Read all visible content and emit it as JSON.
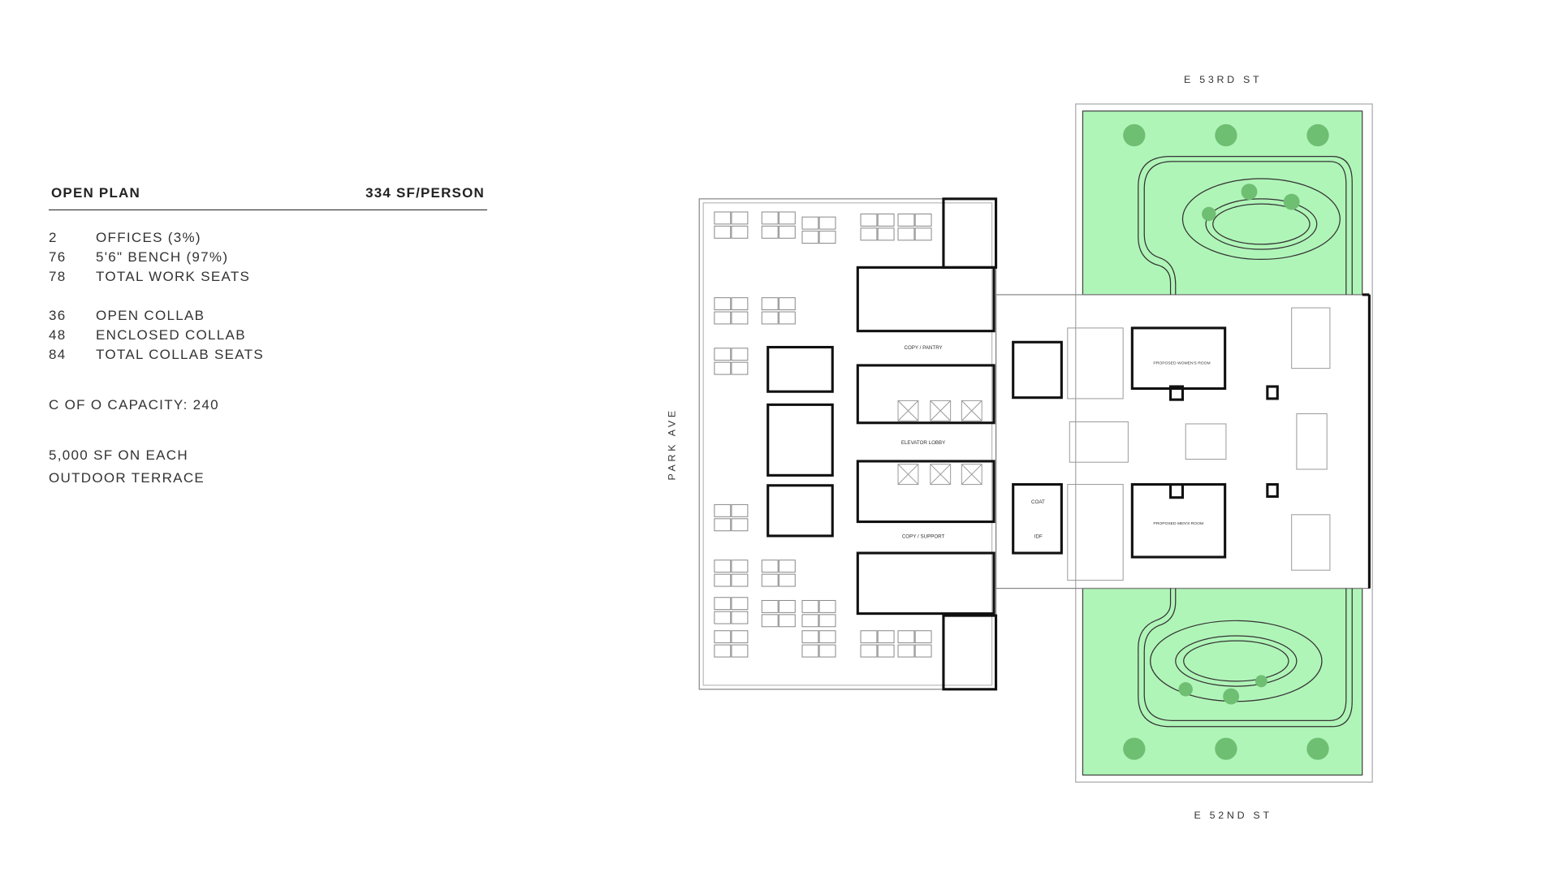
{
  "summary": {
    "title": "OPEN PLAN",
    "density": "334 SF/PERSON",
    "work_rows": [
      {
        "count": "2",
        "label": "OFFICES (3%)"
      },
      {
        "count": "76",
        "label": "5'6\" BENCH (97%)"
      },
      {
        "count": "78",
        "label": "TOTAL WORK SEATS"
      }
    ],
    "collab_rows": [
      {
        "count": "36",
        "label": "OPEN COLLAB"
      },
      {
        "count": "48",
        "label": "ENCLOSED COLLAB"
      },
      {
        "count": "84",
        "label": "TOTAL COLLAB SEATS"
      }
    ],
    "capacity": "C OF O CAPACITY: 240",
    "terrace_line1": "5,000 SF ON EACH",
    "terrace_line2": "OUTDOOR TERRACE"
  },
  "plan": {
    "street_north": "E 53RD ST",
    "street_south": "E 52ND ST",
    "street_west": "PARK AVE",
    "rooms": {
      "copy_pantry": "COPY / PANTRY",
      "elevator_lobby": "ELEVATOR LOBBY",
      "copy_support": "COPY / SUPPORT",
      "coat": "COAT",
      "idf": "IDF",
      "womens": "PROPOSED WOMEN'S ROOM",
      "mens": "PROPOSED MEN'S ROOM"
    },
    "colors": {
      "terrace": "#b0f5b8",
      "tree": "#6fbf73",
      "wall": "#111111",
      "line": "#999999"
    }
  }
}
